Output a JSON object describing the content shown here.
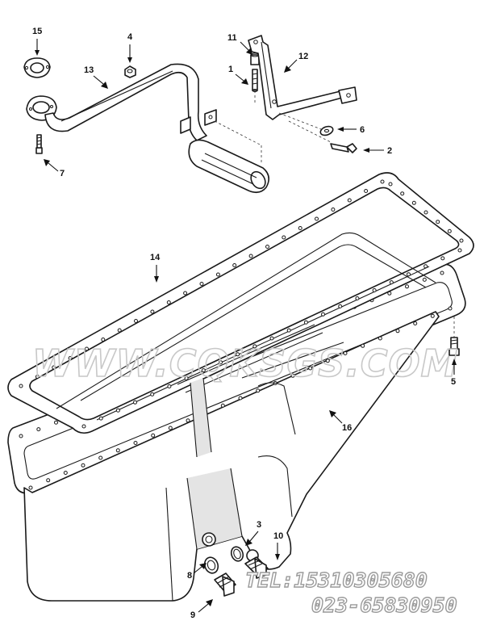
{
  "callouts": [
    {
      "id": "15",
      "label": "15"
    },
    {
      "id": "4",
      "label": "4"
    },
    {
      "id": "13",
      "label": "13"
    },
    {
      "id": "7",
      "label": "7"
    },
    {
      "id": "11",
      "label": "11"
    },
    {
      "id": "1",
      "label": "1"
    },
    {
      "id": "12",
      "label": "12"
    },
    {
      "id": "6",
      "label": "6"
    },
    {
      "id": "2",
      "label": "2"
    },
    {
      "id": "14",
      "label": "14"
    },
    {
      "id": "5",
      "label": "5"
    },
    {
      "id": "16",
      "label": "16"
    },
    {
      "id": "3",
      "label": "3"
    },
    {
      "id": "10",
      "label": "10"
    },
    {
      "id": "8",
      "label": "8"
    },
    {
      "id": "9",
      "label": "9"
    }
  ],
  "watermark": "WWW.CQKSGS.COM",
  "contact": {
    "tel_line": "TEL:15310305680",
    "phone_line": "023-65830950"
  }
}
